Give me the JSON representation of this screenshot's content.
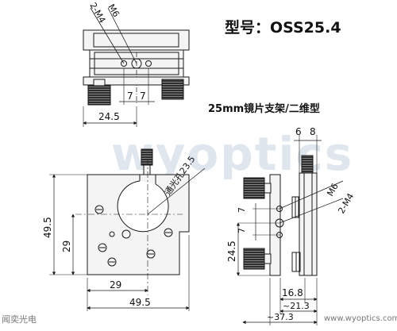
{
  "header": {
    "model_label": "型号：OSS25.4",
    "subtitle": "25mm镜片支架/二维型"
  },
  "watermark": "wyoptics",
  "footer": {
    "brand": "闻奕光电",
    "url": "www.wyoptics.com"
  },
  "top_view": {
    "thread_m6": "M6",
    "thread_m4": "2-M4",
    "dim_7a": "7",
    "dim_7b": "7",
    "dim_width": "24.5"
  },
  "front_view": {
    "aperture_note": "通光孔23.5",
    "dim_height": "49.5",
    "dim_center_height": "29",
    "dim_center_width": "29",
    "dim_width": "49.5"
  },
  "side_view": {
    "dim_top_a": "6",
    "dim_top_b": "8",
    "thread_m6": "M6",
    "thread_m4": "2-M4",
    "dim_7": "7",
    "dim_7b": "7",
    "dim_height": "24.5",
    "dim_16_8": "16.8",
    "dim_21_3": "~21.3",
    "dim_37_3": "~37.3"
  },
  "colors": {
    "line": "#1a1a1a",
    "fill": "#f4f4f4",
    "knob": "#3a3a3a"
  }
}
